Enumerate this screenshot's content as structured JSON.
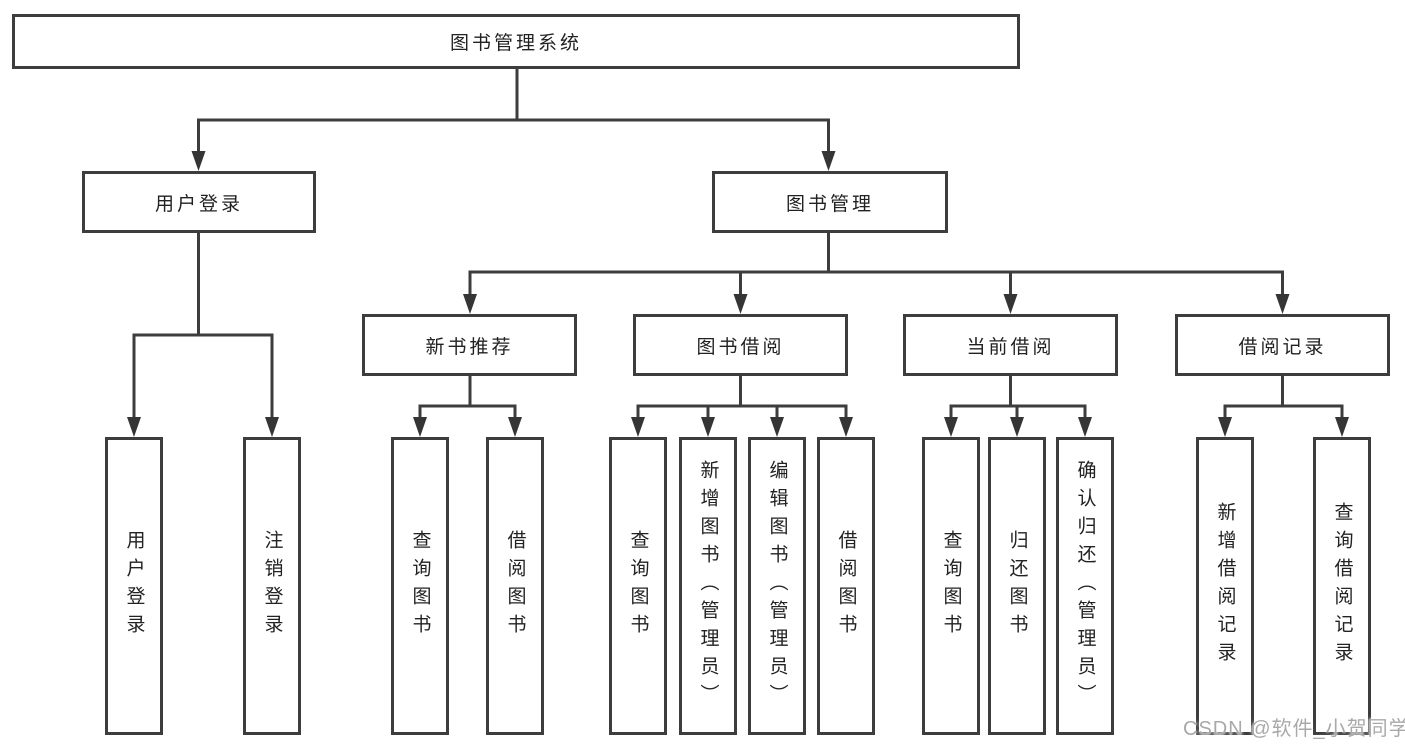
{
  "colors": {
    "background": "#ffffff",
    "box_border": "#3d3d3d",
    "line": "#3d3d3d",
    "text": "#222222",
    "watermark_text": "#a9a9a9"
  },
  "watermark": "CSDN @软件_小贺同学",
  "chart_data": {
    "type": "tree-diagram",
    "title": "图书管理系统",
    "levels": 3
  },
  "diagram": {
    "root": {
      "label": "图书管理系统"
    },
    "branches": [
      {
        "label": "用户登录",
        "children": [
          {
            "label": "用户登录"
          },
          {
            "label": "注销登录"
          }
        ]
      },
      {
        "label": "图书管理",
        "children": [
          {
            "label": "新书推荐",
            "children": [
              {
                "label": "查询图书"
              },
              {
                "label": "借阅图书"
              }
            ]
          },
          {
            "label": "图书借阅",
            "children": [
              {
                "label": "查询图书"
              },
              {
                "label": "新增图书（管理员）"
              },
              {
                "label": "编辑图书（管理员）"
              },
              {
                "label": "借阅图书"
              }
            ]
          },
          {
            "label": "当前借阅",
            "children": [
              {
                "label": "查询图书"
              },
              {
                "label": "归还图书"
              },
              {
                "label": "确认归还（管理员）"
              }
            ]
          },
          {
            "label": "借阅记录",
            "children": [
              {
                "label": "新增借阅记录"
              },
              {
                "label": "查询借阅记录"
              }
            ]
          }
        ]
      }
    ]
  }
}
